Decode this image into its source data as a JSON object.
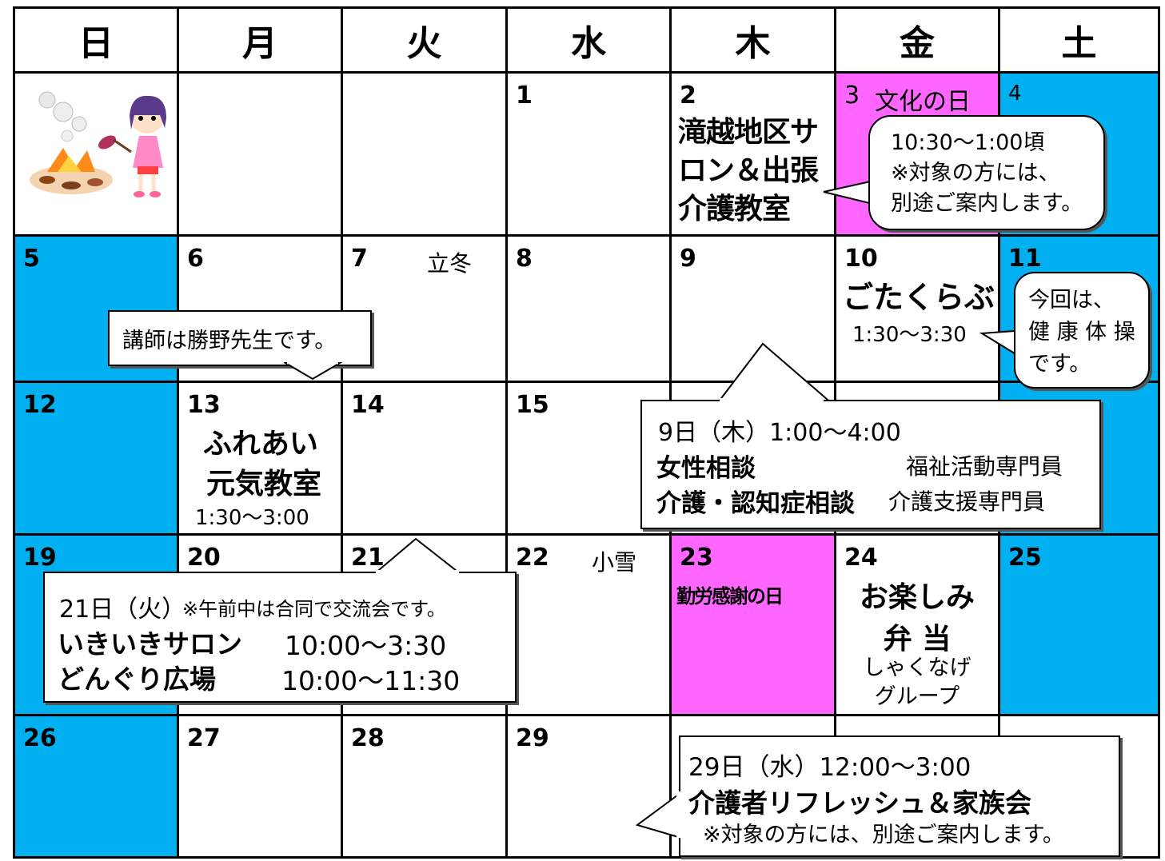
{
  "weekdays": [
    "日",
    "月",
    "火",
    "水",
    "木",
    "金",
    "土"
  ],
  "days": {
    "d1": "1",
    "d2": "2",
    "d3": "3",
    "d4": "4",
    "d5": "5",
    "d6": "6",
    "d7": "7",
    "d8": "8",
    "d9": "9",
    "d10": "10",
    "d11": "11",
    "d12": "12",
    "d13": "13",
    "d14": "14",
    "d15": "15",
    "d19": "19",
    "d20": "20",
    "d21": "21",
    "d22": "22",
    "d23": "23",
    "d24": "24",
    "d25": "25",
    "d26": "26",
    "d27": "27",
    "d28": "28",
    "d29": "29"
  },
  "holidays": {
    "d3": "文化の日",
    "d7": "立冬",
    "d22": "小雪",
    "d23": "勤労感謝の日"
  },
  "events": {
    "d2": [
      "滝越地区サ",
      "ロン＆出張",
      "介護教室"
    ],
    "d10_title": "ごたくらぶ",
    "d10_time": "1:30〜3:30",
    "d13": [
      "ふれあい",
      "元気教室"
    ],
    "d13_time": "1:30〜3:00",
    "d24": [
      "お楽しみ",
      "弁 当"
    ],
    "d24_sub": [
      "しゃくなげ",
      "グループ"
    ]
  },
  "callouts": {
    "c3": [
      "10:30〜1:00頃",
      "※対象の方には、",
      "別途ご案内します。"
    ],
    "c11": [
      "今回は、",
      "健 康 体 操",
      "です。"
    ],
    "c6": "講師は勝野先生です。",
    "c9": {
      "line1": "9日（木）1:00〜4:00",
      "r1_title": "女性相談",
      "r1_staff": "福祉活動専門員",
      "r2_title": "介護・認知症相談",
      "r2_staff": "介護支援専門員"
    },
    "c21": {
      "line1_a": "21日（火）",
      "line1_b": "※午前中は合同で交流会です。",
      "r1_title": "いきいきサロン",
      "r1_time": "10:00〜3:30",
      "r2_title": "どんぐり広場",
      "r2_time": "10:00〜11:30"
    },
    "c29": {
      "line1": "29日（水）12:00〜3:00",
      "title": "介護者リフレッシュ＆家族会",
      "note": "※対象の方には、別途ご案内します。"
    }
  },
  "colors": {
    "sunday_saturday": "#00b0f0",
    "holiday": "#ff66ff"
  },
  "illustration": "girl-roasting-sweet-potatoes"
}
